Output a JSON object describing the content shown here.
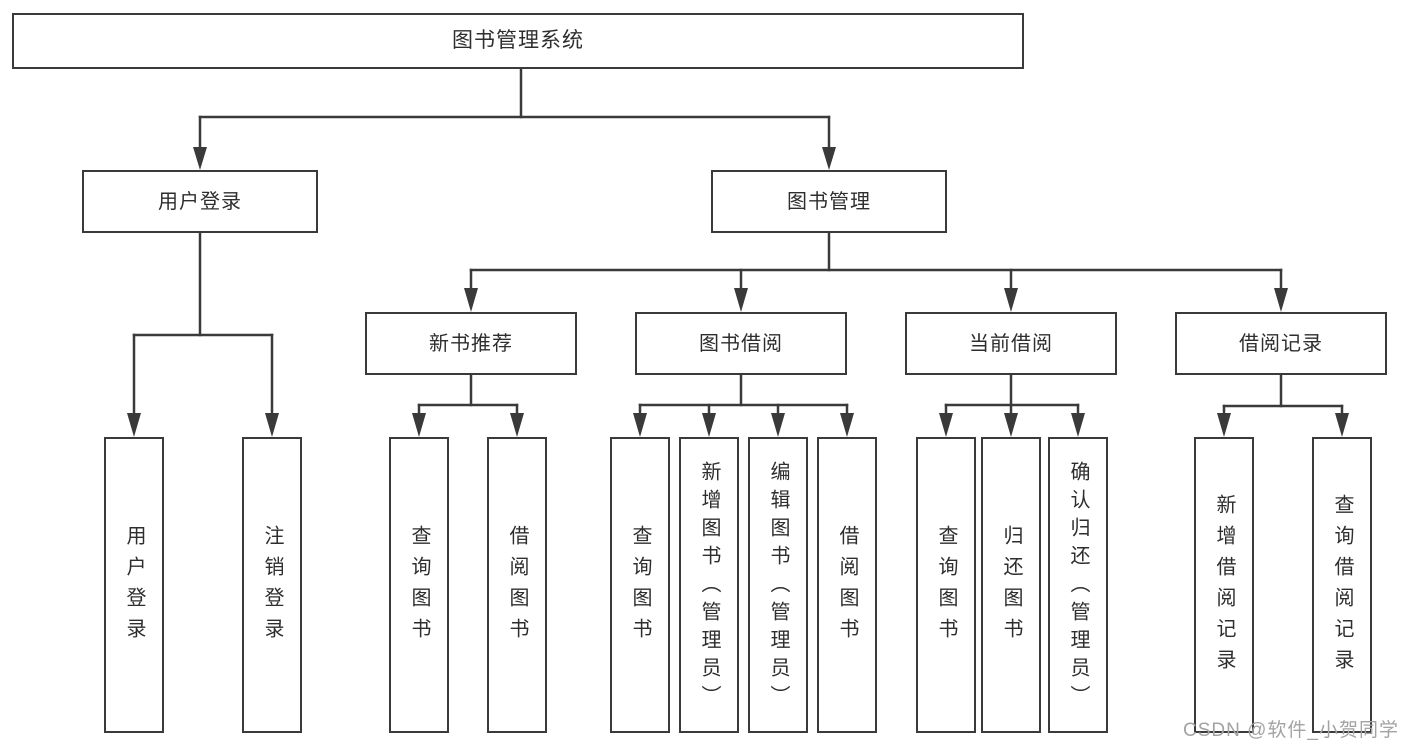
{
  "tree": {
    "label": "图书管理系统",
    "children": [
      {
        "label": "用户登录",
        "children": [
          {
            "label": "用户登录"
          },
          {
            "label": "注销登录"
          }
        ]
      },
      {
        "label": "图书管理",
        "children": [
          {
            "label": "新书推荐",
            "children": [
              {
                "label": "查询图书"
              },
              {
                "label": "借阅图书"
              }
            ]
          },
          {
            "label": "图书借阅",
            "children": [
              {
                "label": "查询图书"
              },
              {
                "label": "新增图书（管理员）"
              },
              {
                "label": "编辑图书（管理员）"
              },
              {
                "label": "借阅图书"
              }
            ]
          },
          {
            "label": "当前借阅",
            "children": [
              {
                "label": "查询图书"
              },
              {
                "label": "归还图书"
              },
              {
                "label": "确认归还（管理员）"
              }
            ]
          },
          {
            "label": "借阅记录",
            "children": [
              {
                "label": "新增借阅记录"
              },
              {
                "label": "查询借阅记录"
              }
            ]
          }
        ]
      }
    ]
  },
  "watermark": {
    "text": "CSDN @软件_小贺同学"
  },
  "colors": {
    "line": "#3a3a3a",
    "text": "#2e2e2e",
    "box_bg": "#ffffff",
    "bg": "#ffffff",
    "watermark": "#a3a3a3"
  }
}
